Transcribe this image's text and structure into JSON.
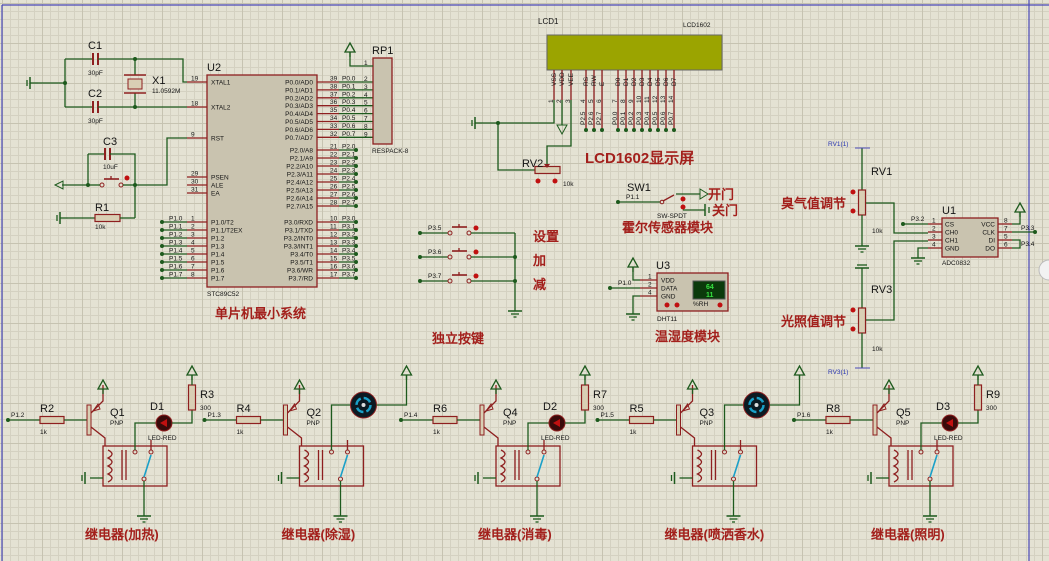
{
  "colors": {
    "wire": "#1d5a1d",
    "part": "#8e1f1f",
    "body": "#c9c3af",
    "lcd": "#9ba400",
    "junction": "#1d5a1d",
    "pinhead": "#c01010",
    "border": "#4a4ab8",
    "relay_switch": "#1aa0c8",
    "motor": "#0c1a22"
  },
  "mcu": {
    "ref": "U2",
    "part": "STC89C52",
    "title": "单片机最小系统",
    "left_pins": [
      {
        "num": "19",
        "name": "XTAL1"
      },
      {
        "num": "18",
        "name": "XTAL2"
      },
      {
        "num": "9",
        "name": "RST"
      },
      {
        "num": "29",
        "name": "PSEN"
      },
      {
        "num": "30",
        "name": "ALE"
      },
      {
        "num": "31",
        "name": "EA"
      },
      {
        "num": "1",
        "name": "P1.0/T2",
        "net": "P1.0"
      },
      {
        "num": "2",
        "name": "P1.1/T2EX",
        "net": "P1.1"
      },
      {
        "num": "3",
        "name": "P1.2",
        "net": "P1.2"
      },
      {
        "num": "4",
        "name": "P1.3",
        "net": "P1.3"
      },
      {
        "num": "5",
        "name": "P1.4",
        "net": "P1.4"
      },
      {
        "num": "6",
        "name": "P1.5",
        "net": "P1.5"
      },
      {
        "num": "7",
        "name": "P1.6",
        "net": "P1.6"
      },
      {
        "num": "8",
        "name": "P1.7",
        "net": "P1.7"
      }
    ],
    "right_pins": [
      {
        "num": "39",
        "name": "P0.0/AD0",
        "net": "P0.0"
      },
      {
        "num": "38",
        "name": "P0.1/AD1",
        "net": "P0.1"
      },
      {
        "num": "37",
        "name": "P0.2/AD2",
        "net": "P0.2"
      },
      {
        "num": "36",
        "name": "P0.3/AD3",
        "net": "P0.3"
      },
      {
        "num": "35",
        "name": "P0.4/AD4",
        "net": "P0.4"
      },
      {
        "num": "34",
        "name": "P0.5/AD5",
        "net": "P0.5"
      },
      {
        "num": "33",
        "name": "P0.6/AD6",
        "net": "P0.6"
      },
      {
        "num": "32",
        "name": "P0.7/AD7",
        "net": "P0.7"
      },
      {
        "num": "21",
        "name": "P2.0/A8",
        "net": "P2.0"
      },
      {
        "num": "22",
        "name": "P2.1/A9",
        "net": "P2.1"
      },
      {
        "num": "23",
        "name": "P2.2/A10",
        "net": "P2.2"
      },
      {
        "num": "24",
        "name": "P2.3/A11",
        "net": "P2.3"
      },
      {
        "num": "25",
        "name": "P2.4/A12",
        "net": "P2.4"
      },
      {
        "num": "26",
        "name": "P2.5/A13",
        "net": "P2.5"
      },
      {
        "num": "27",
        "name": "P2.6/A14",
        "net": "P2.6"
      },
      {
        "num": "28",
        "name": "P2.7/A15",
        "net": "P2.7"
      },
      {
        "num": "10",
        "name": "P3.0/RXD",
        "net": "P3.0"
      },
      {
        "num": "11",
        "name": "P3.1/TXD",
        "net": "P3.1"
      },
      {
        "num": "12",
        "name": "P3.2/INT0",
        "net": "P3.2"
      },
      {
        "num": "13",
        "name": "P3.3/INT1",
        "net": "P3.3"
      },
      {
        "num": "14",
        "name": "P3.4/T0",
        "net": "P3.4"
      },
      {
        "num": "15",
        "name": "P3.5/T1",
        "net": "P3.5"
      },
      {
        "num": "16",
        "name": "P3.6/WR",
        "net": "P3.6"
      },
      {
        "num": "17",
        "name": "P3.7/RD",
        "net": "P3.7"
      }
    ]
  },
  "rp1": {
    "ref": "RP1",
    "part": "RESPACK-8",
    "pins": [
      "1",
      "2",
      "3",
      "4",
      "5",
      "6",
      "7",
      "8",
      "9"
    ]
  },
  "osc": {
    "c1": "C1",
    "c1_val": "30pF",
    "c2": "C2",
    "c2_val": "30pF",
    "x1": "X1",
    "x1_val": "11.0592M"
  },
  "reset": {
    "c3": "C3",
    "c3_val": "10uF",
    "r1": "R1",
    "r1_val": "10k"
  },
  "lcd": {
    "ref": "LCD1",
    "part": "LCD1602",
    "title": "LCD1602显示屏",
    "pins": [
      {
        "name": "VSS",
        "num": "1"
      },
      {
        "name": "VDD",
        "num": "2"
      },
      {
        "name": "VEE",
        "num": "3"
      },
      {
        "name": "RS",
        "num": "4",
        "net": "P2.5"
      },
      {
        "name": "RW",
        "num": "5",
        "net": "P2.6"
      },
      {
        "name": "E",
        "num": "6",
        "net": "P2.7"
      },
      {
        "name": "D0",
        "num": "7",
        "net": "P0.0"
      },
      {
        "name": "D1",
        "num": "8",
        "net": "P0.1"
      },
      {
        "name": "D2",
        "num": "9",
        "net": "P0.2"
      },
      {
        "name": "D3",
        "num": "10",
        "net": "P0.3"
      },
      {
        "name": "D4",
        "num": "11",
        "net": "P0.4"
      },
      {
        "name": "D5",
        "num": "12",
        "net": "P0.5"
      },
      {
        "name": "D6",
        "num": "13",
        "net": "P0.6"
      },
      {
        "name": "D7",
        "num": "14",
        "net": "P0.7"
      }
    ],
    "rv2": "RV2",
    "rv2_val": "10k"
  },
  "hall": {
    "ref": "SW1",
    "part": "SW-SPDT",
    "net": "P1.1",
    "open": "开门",
    "close": "关门",
    "title": "霍尔传感器模块"
  },
  "keys": {
    "title": "独立按键",
    "items": [
      {
        "net": "P3.5",
        "label": "设置"
      },
      {
        "net": "P3.6",
        "label": "加"
      },
      {
        "net": "P3.7",
        "label": "减"
      }
    ]
  },
  "dht": {
    "ref": "U3",
    "part": "DHT11",
    "net": "P1.0",
    "title": "温湿度模块",
    "pins": [
      {
        "num": "1",
        "name": "VDD"
      },
      {
        "num": "2",
        "name": "DATA"
      },
      {
        "num": "4",
        "name": "GND"
      }
    ],
    "display": [
      "64",
      "11"
    ],
    "unit": "%RH"
  },
  "adc": {
    "ref": "U1",
    "part": "ADC0832",
    "left_pins": [
      {
        "num": "1",
        "name": "CS",
        "net": "P3.2"
      },
      {
        "num": "2",
        "name": "CH0"
      },
      {
        "num": "3",
        "name": "CH1"
      },
      {
        "num": "4",
        "name": "GND"
      }
    ],
    "right_pins": [
      {
        "num": "8",
        "name": "VCC"
      },
      {
        "num": "7",
        "name": "CLK",
        "net": "P3.3"
      },
      {
        "num": "5",
        "name": "DI"
      },
      {
        "num": "6",
        "name": "DO",
        "net": "P3.4"
      }
    ],
    "rv1": "RV1",
    "rv1_val": "10k",
    "rv1_probe": "RV1(1)",
    "rv1_label": "臭气值调节",
    "rv3": "RV3",
    "rv3_val": "10k",
    "rv3_probe": "RV3(1)",
    "rv3_label": "光照值调节"
  },
  "relays": [
    {
      "net": "P1.2",
      "r": "R2",
      "r_val": "1k",
      "q": "Q1",
      "q_type": "PNP",
      "load": "led",
      "d": "D1",
      "d_type": "LED-RED",
      "rl": "R3",
      "rl_val": "300",
      "title": "继电器(加热)"
    },
    {
      "net": "P1.3",
      "r": "R4",
      "r_val": "1k",
      "q": "Q2",
      "q_type": "PNP",
      "load": "motor",
      "title": "继电器(除湿)"
    },
    {
      "net": "P1.4",
      "r": "R6",
      "r_val": "1k",
      "q": "Q4",
      "q_type": "PNP",
      "load": "led",
      "d": "D2",
      "d_type": "LED-RED",
      "rl": "R7",
      "rl_val": "300",
      "title": "继电器(消毒)"
    },
    {
      "net": "P1.5",
      "r": "R5",
      "r_val": "1k",
      "q": "Q3",
      "q_type": "PNP",
      "load": "motor",
      "title": "继电器(喷洒香水)"
    },
    {
      "net": "P1.6",
      "r": "R8",
      "r_val": "1k",
      "q": "Q5",
      "q_type": "PNP",
      "load": "led",
      "d": "D3",
      "d_type": "LED-RED",
      "rl": "R9",
      "rl_val": "300",
      "title": "继电器(照明)"
    }
  ]
}
